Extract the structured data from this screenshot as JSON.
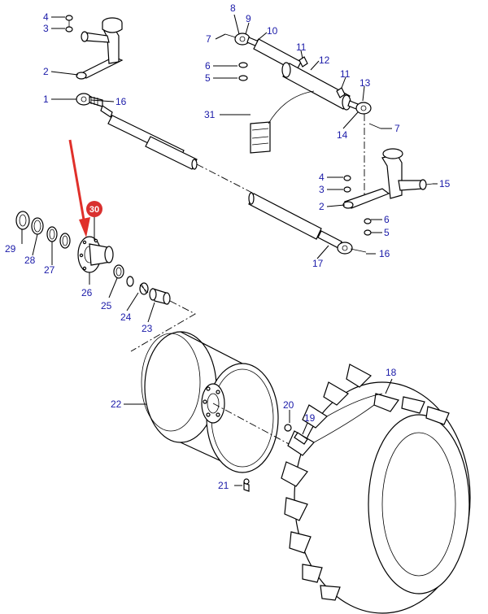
{
  "labels": {
    "c1": "1",
    "c2": "2",
    "c3": "3",
    "c4": "4",
    "c5": "5",
    "c6": "6",
    "c7": "7",
    "c8": "8",
    "c9": "9",
    "c10": "10",
    "c11": "11",
    "c12": "12",
    "c13": "13",
    "c14": "14",
    "c15": "15",
    "c16": "16",
    "c17": "17",
    "c18": "18",
    "c19": "19",
    "c20": "20",
    "c21": "21",
    "c22": "22",
    "c23": "23",
    "c24": "24",
    "c25": "25",
    "c26": "26",
    "c27": "27",
    "c28": "28",
    "c29": "29",
    "c30": "30",
    "c31": "31"
  },
  "colors": {
    "callout_text": "#1a1aa8",
    "highlight_badge": "#d9302f",
    "highlight_arrow": "#e0302a",
    "line": "#000000"
  }
}
